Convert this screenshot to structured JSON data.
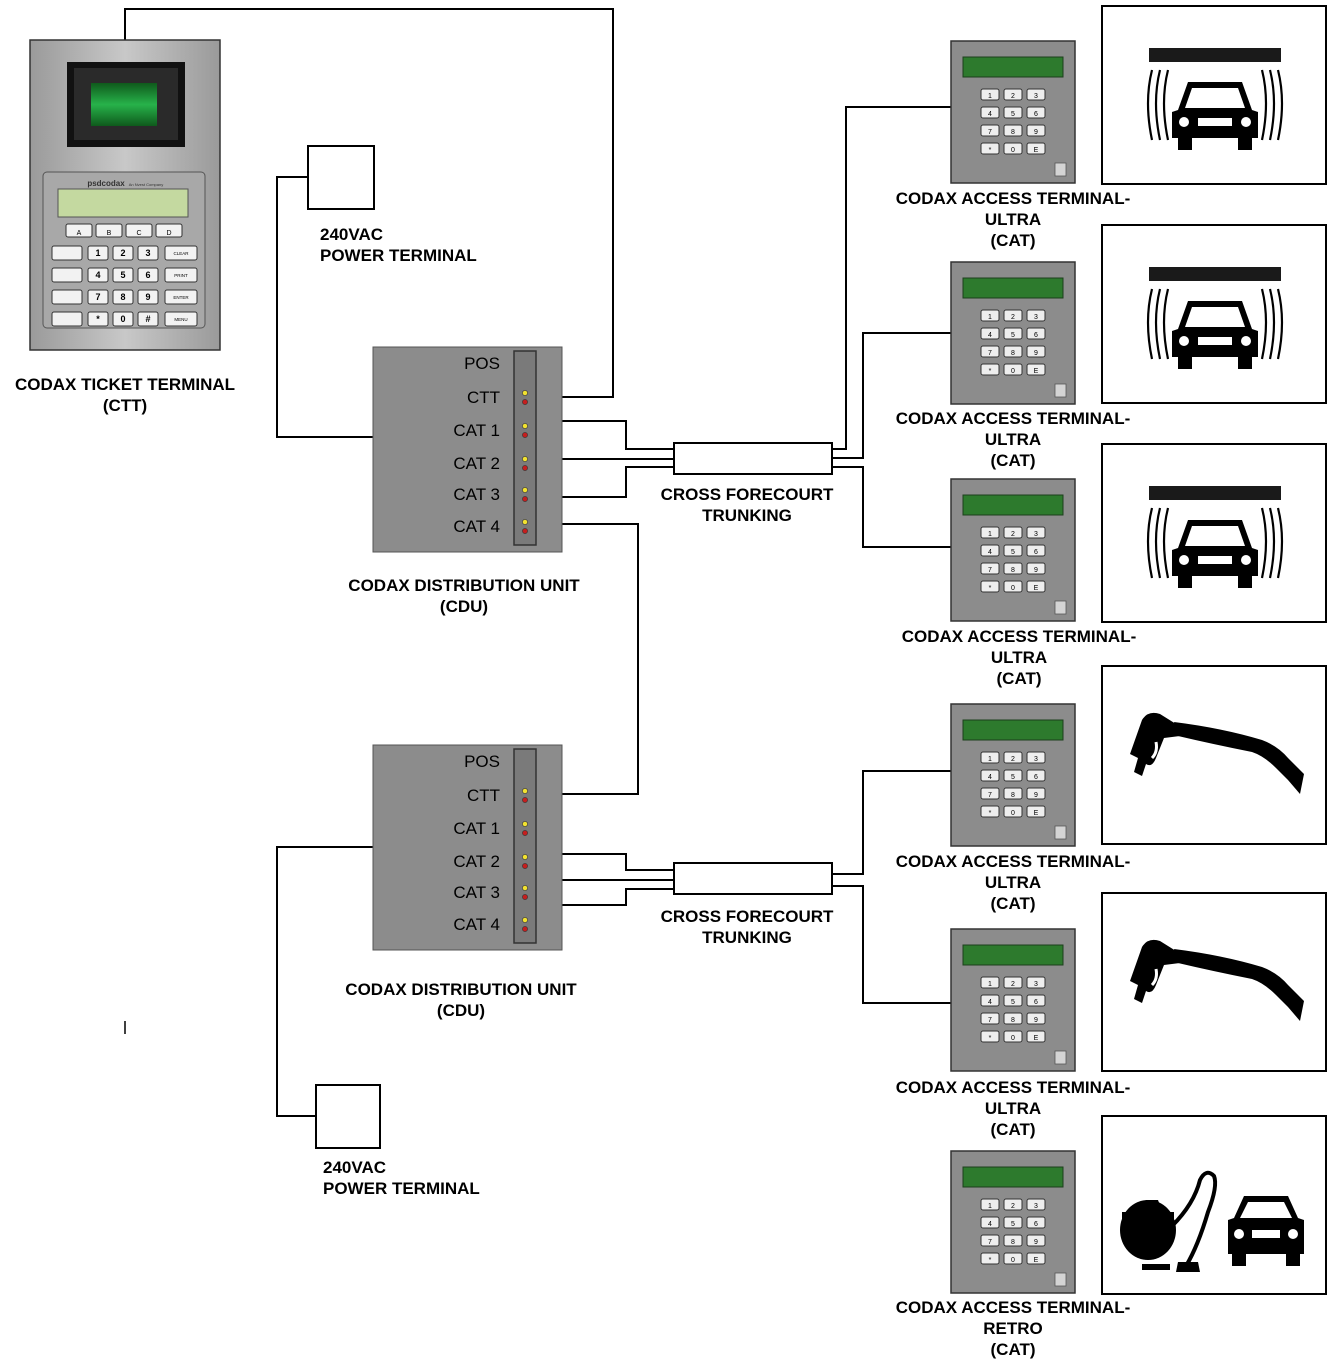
{
  "ctt": {
    "brand": "psdcodax",
    "brand_sub": "An Nvest Company",
    "top_keys": [
      "A",
      "B",
      "C",
      "D"
    ],
    "keypad": [
      "1",
      "2",
      "3",
      "4",
      "5",
      "6",
      "7",
      "8",
      "9",
      "*",
      "0",
      "#"
    ],
    "side_keys": [
      "CLEAR",
      "PRINT",
      "ENTER",
      "MENU"
    ],
    "label_line1": "CODAX TICKET TERMINAL",
    "label_line2": "(CTT)"
  },
  "power_terminals": [
    {
      "line1": "240VAC",
      "line2": "POWER TERMINAL"
    },
    {
      "line1": "240VAC",
      "line2": "POWER TERMINAL"
    }
  ],
  "cdus": [
    {
      "ports": [
        "POS",
        "CTT",
        "CAT 1",
        "CAT 2",
        "CAT 3",
        "CAT 4"
      ],
      "label_line1": "CODAX DISTRIBUTION UNIT",
      "label_line2": "(CDU)"
    },
    {
      "ports": [
        "POS",
        "CTT",
        "CAT 1",
        "CAT 2",
        "CAT 3",
        "CAT 4"
      ],
      "label_line1": "CODAX DISTRIBUTION UNIT",
      "label_line2": "(CDU)"
    }
  ],
  "trunking": [
    {
      "line1": "CROSS FORECOURT",
      "line2": "TRUNKING"
    },
    {
      "line1": "CROSS FORECOURT",
      "line2": "TRUNKING"
    }
  ],
  "cat_keypad": [
    "1",
    "2",
    "3",
    "4",
    "5",
    "6",
    "7",
    "8",
    "9",
    "*",
    "0",
    "E"
  ],
  "cats": [
    {
      "line1": "CODAX ACCESS TERMINAL-",
      "line2": "ULTRA",
      "line3": "(CAT)",
      "service_icon": "car-wash-icon"
    },
    {
      "line1": "CODAX ACCESS TERMINAL-",
      "line2": "ULTRA",
      "line3": "(CAT)",
      "service_icon": "car-wash-icon"
    },
    {
      "line1": "CODAX ACCESS TERMINAL-",
      "line2": "ULTRA",
      "line3": "(CAT)",
      "service_icon": "car-wash-icon"
    },
    {
      "line1": "CODAX ACCESS TERMINAL-",
      "line2": "ULTRA",
      "line3": "(CAT)",
      "service_icon": "pressure-washer-gun-icon"
    },
    {
      "line1": "CODAX ACCESS TERMINAL-",
      "line2": "ULTRA",
      "line3": "(CAT)",
      "service_icon": "pressure-washer-gun-icon"
    },
    {
      "line1": "CODAX ACCESS TERMINAL-",
      "line2": "RETRO",
      "line3": "(CAT)",
      "service_icon": "vacuum-cleaner-icon"
    }
  ],
  "colors": {
    "device_gray": "#8c8c8c",
    "device_light": "#c9c9c9",
    "lcd_green": "#2d7a2d",
    "lcd_dark": "#0b3d14",
    "led_yellow": "#f2e230",
    "led_red": "#c41e1e"
  }
}
